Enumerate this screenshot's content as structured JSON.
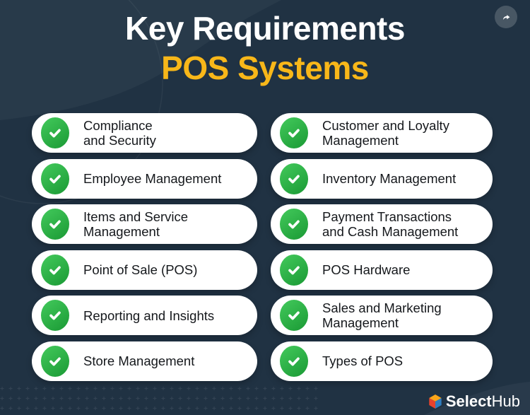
{
  "header": {
    "title": "Key Requirements",
    "subtitle": "POS Systems"
  },
  "requirements": [
    {
      "label": "Compliance\nand Security"
    },
    {
      "label": "Customer and Loyalty\nManagement"
    },
    {
      "label": "Employee Management"
    },
    {
      "label": "Inventory Management"
    },
    {
      "label": "Items and Service\nManagement"
    },
    {
      "label": "Payment Transactions\nand Cash Management"
    },
    {
      "label": "Point of Sale (POS)"
    },
    {
      "label": "POS Hardware"
    },
    {
      "label": "Reporting and Insights"
    },
    {
      "label": "Sales and Marketing\nManagement"
    },
    {
      "label": "Store Management"
    },
    {
      "label": "Types of POS"
    }
  ],
  "footer": {
    "brand_bold": "Select",
    "brand_light": "Hub"
  },
  "icons": {
    "share": "share-arrow-icon",
    "check": "checkmark-icon",
    "brand": "selecthub-cube-icon"
  },
  "colors": {
    "background_navy": "#203243",
    "accent_yellow": "#F8B719",
    "check_green": "#2CAB44",
    "card_white": "#FFFFFF",
    "text_dark": "#15181C",
    "logo_orange": "#F9A51A",
    "logo_red": "#E8432D",
    "logo_blue": "#2E7EC1"
  }
}
